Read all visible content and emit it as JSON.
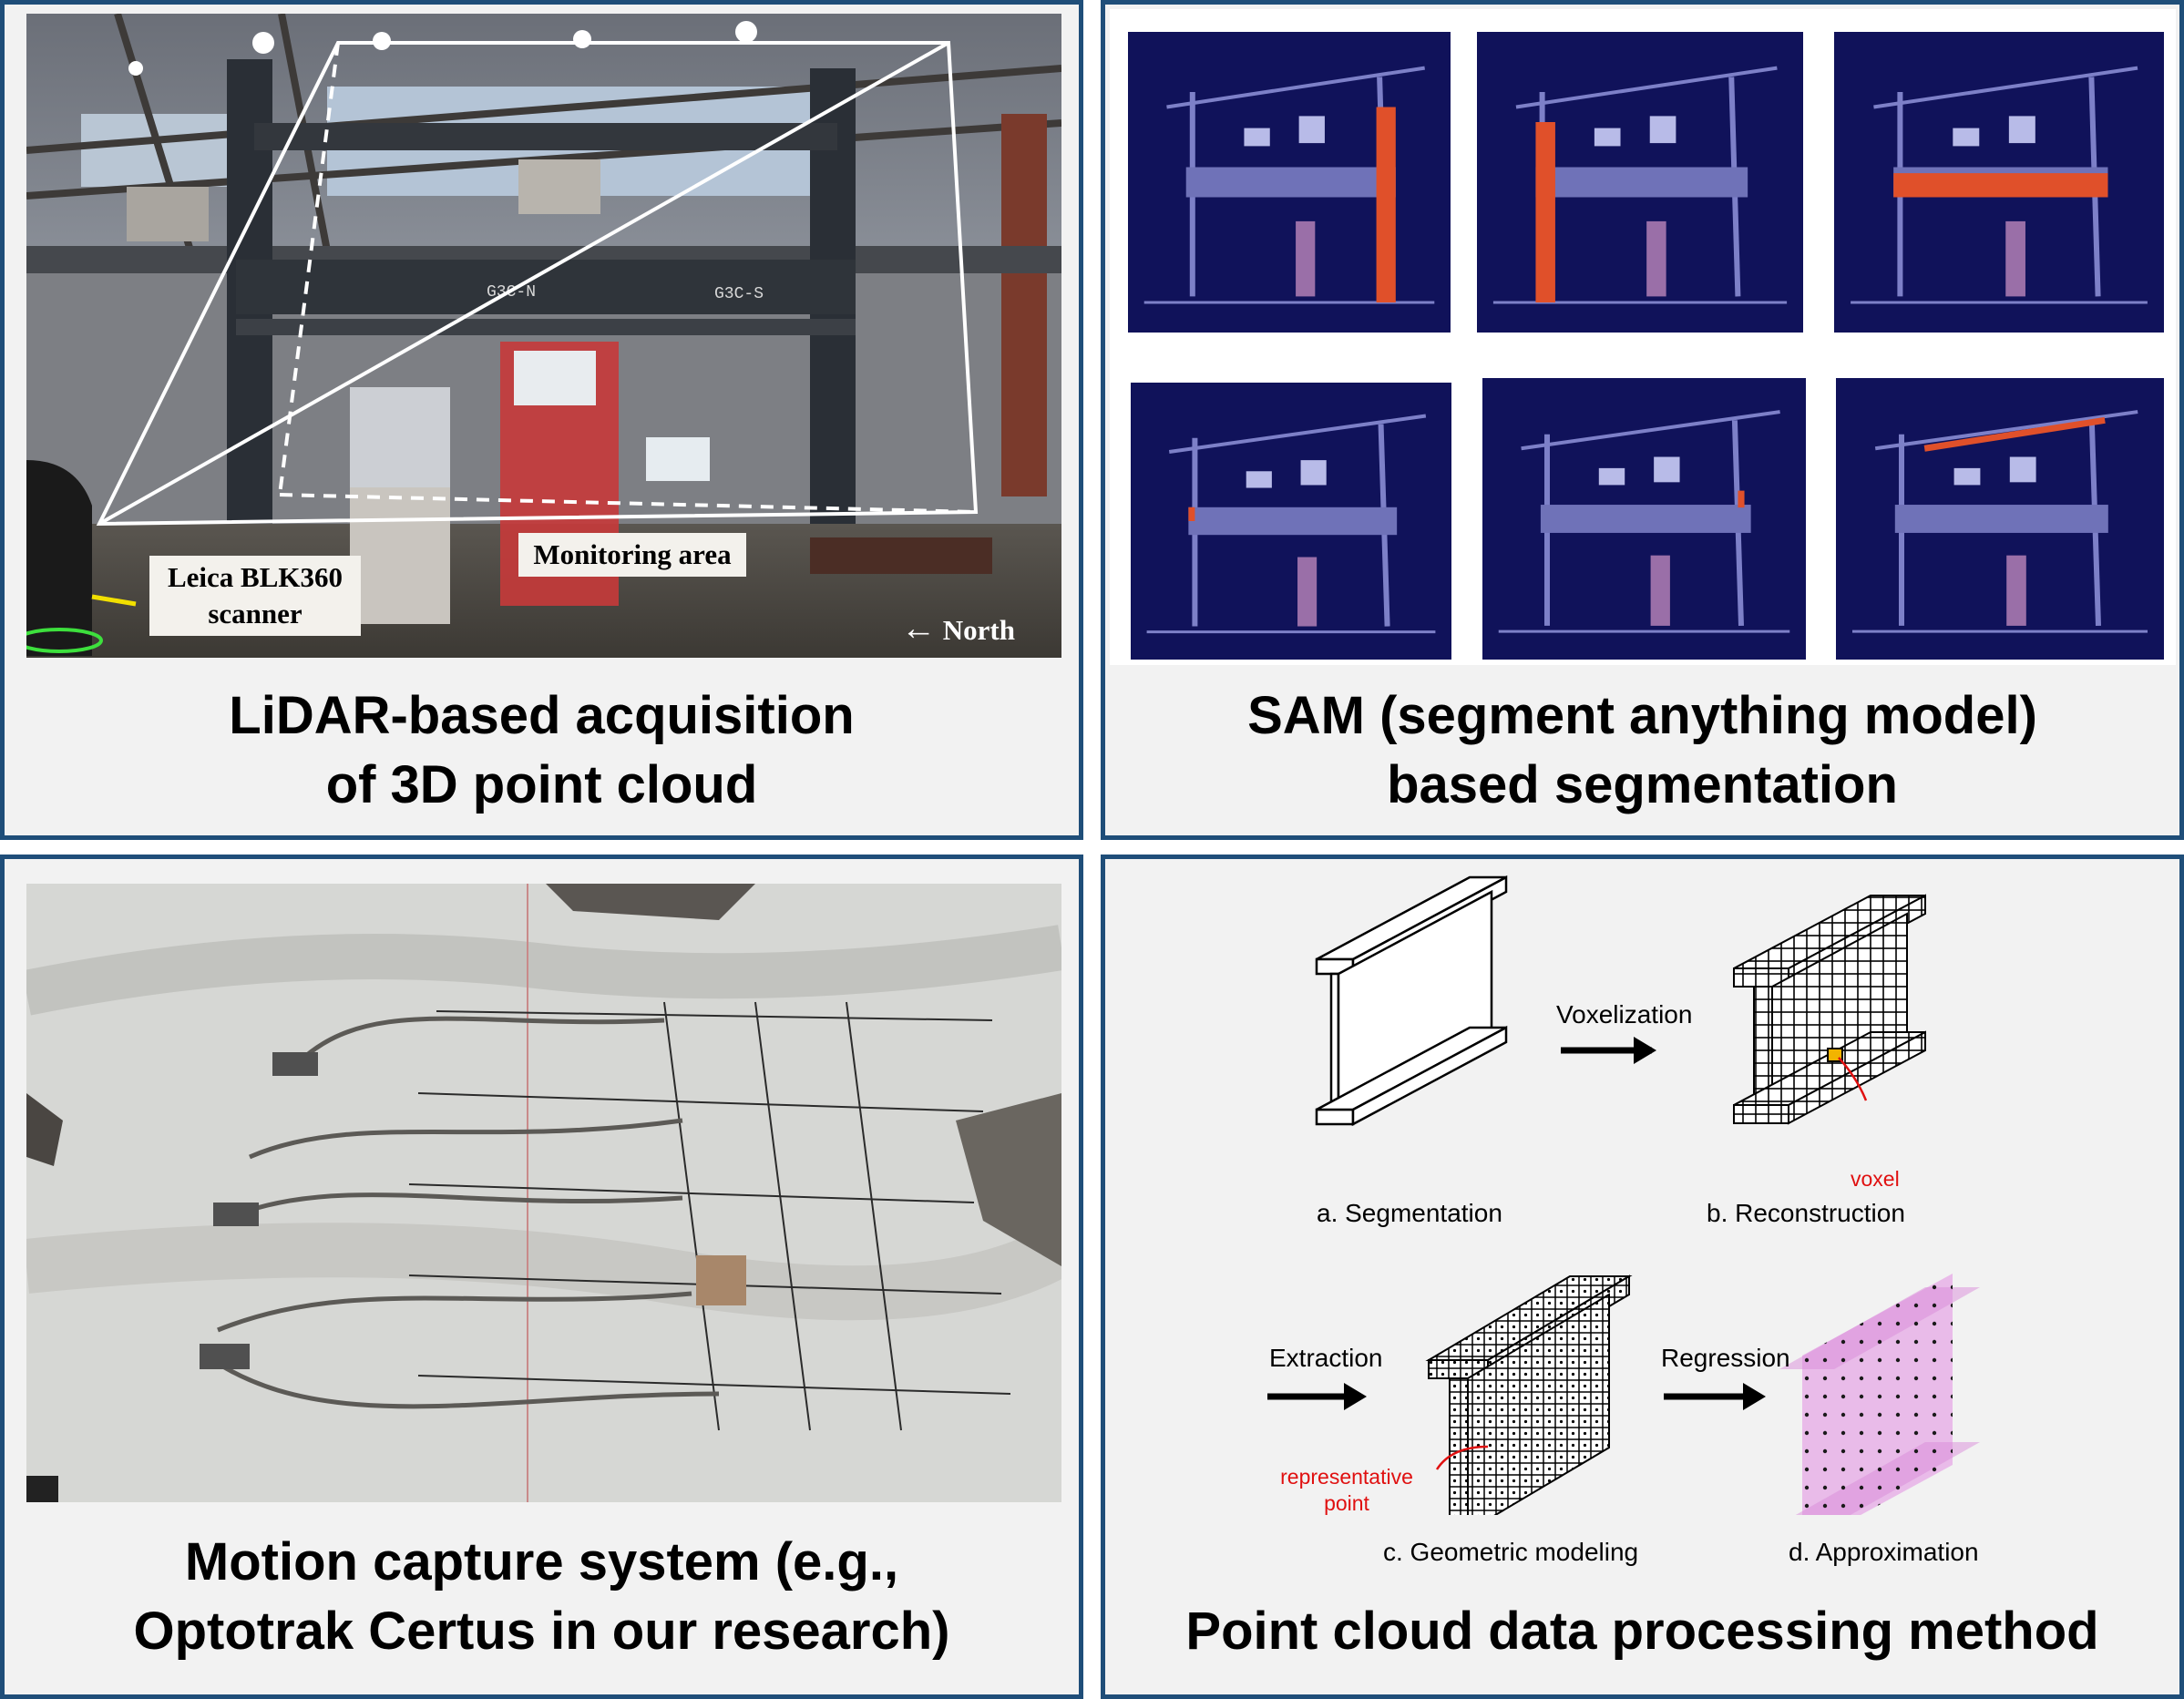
{
  "panels": {
    "lidar": {
      "caption": [
        "LiDAR-based acquisition",
        "of 3D point cloud"
      ],
      "scanner_label": [
        "Leica BLK360",
        "scanner"
      ],
      "monitoring_label": "Monitoring area",
      "north_label": "North",
      "beam_marks": [
        "G3C-N",
        "G3C-S"
      ]
    },
    "sam": {
      "caption": [
        "SAM (segment anything model)",
        "based segmentation"
      ]
    },
    "motion": {
      "caption": [
        "Motion capture system (e.g.,",
        "Optotrak Certus in our research)"
      ]
    },
    "processing": {
      "caption": "Point cloud data processing method",
      "steps": {
        "segmentation": "a. Segmentation",
        "reconstruction": "b. Reconstruction",
        "geometric_modeling": "c. Geometric modeling",
        "approximation": "d. Approximation"
      },
      "arrows": {
        "voxelization": "Voxelization",
        "extraction": "Extraction",
        "regression": "Regression"
      },
      "annotations": {
        "voxel": "voxel",
        "representative_point": [
          "representative",
          "point"
        ]
      }
    }
  },
  "colors": {
    "panel_border": "#1f4e79",
    "panel_bg": "#f2f2f2",
    "annotation_red": "#e01010",
    "approx_fill": "#e6a8e6",
    "sam_bg": "#10125a"
  }
}
